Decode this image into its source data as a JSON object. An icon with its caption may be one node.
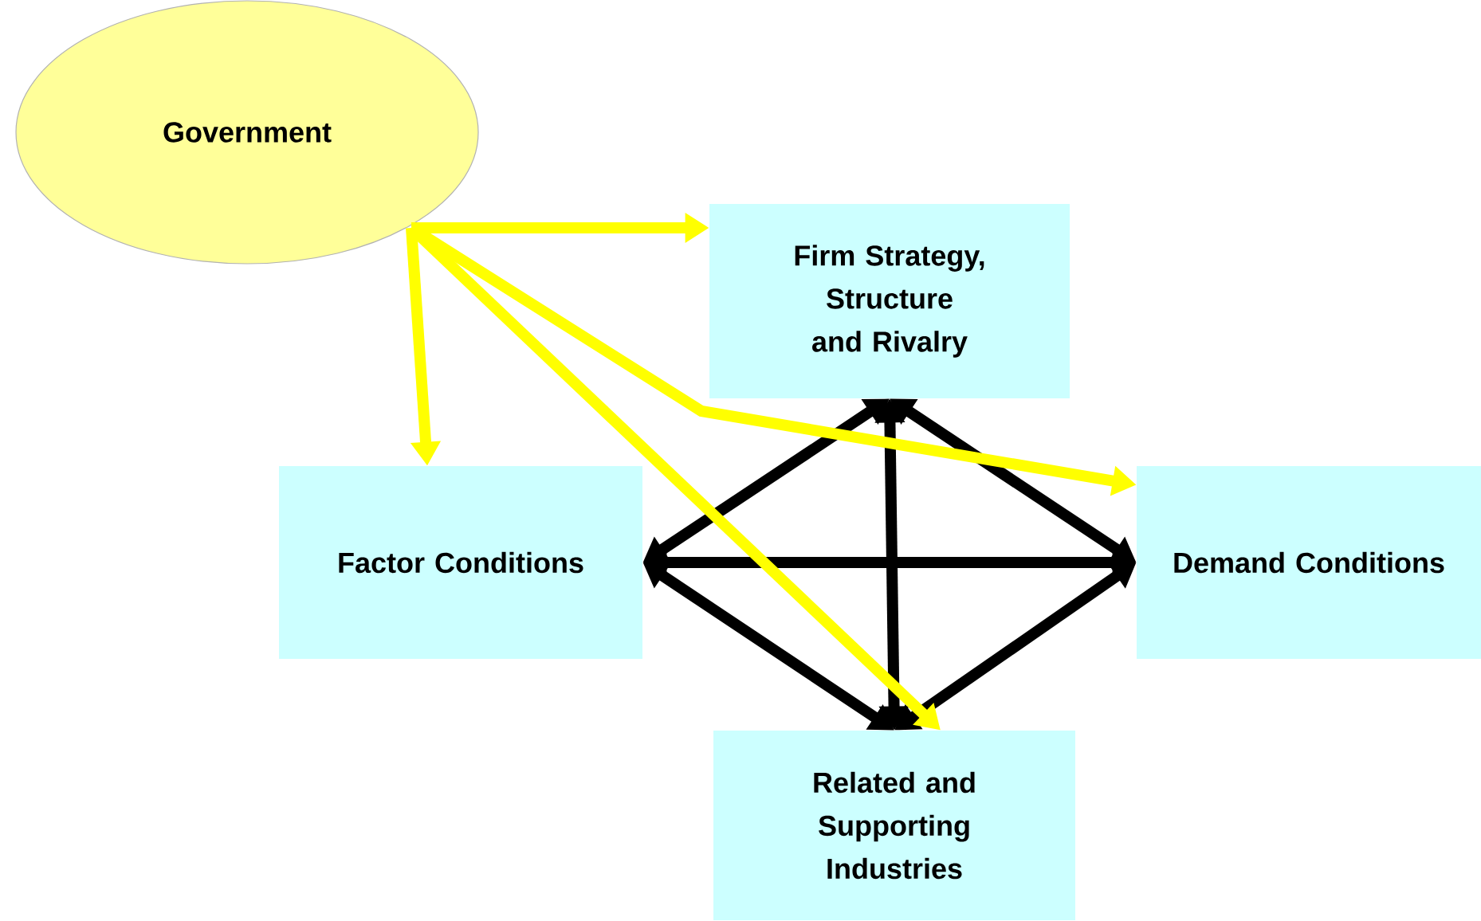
{
  "diagram": {
    "nodes": [
      {
        "text": [
          "Government"
        ]
      },
      {
        "text": [
          "Firm Strategy, Structure and Rivalry"
        ]
      },
      {
        "text": [
          "Factor Conditions"
        ]
      },
      {
        "text": [
          "Demand Conditions"
        ]
      },
      {
        "text": [
          "Related and Supporting Industries"
        ]
      }
    ],
    "edges": [
      {
        "from": 1,
        "to": 2,
        "arrow": "both"
      },
      {
        "from": 1,
        "to": 3,
        "arrow": "both"
      },
      {
        "from": 1,
        "to": 4,
        "arrow": "both"
      },
      {
        "from": 2,
        "to": 3,
        "arrow": "both"
      },
      {
        "from": 2,
        "to": 4,
        "arrow": "both"
      },
      {
        "from": 3,
        "to": 4,
        "arrow": "both"
      },
      {
        "from": 0,
        "to": 1,
        "arrow": "to",
        "color": "#ffff00"
      },
      {
        "from": 0,
        "to": 2,
        "arrow": "to",
        "color": "#ffff00"
      },
      {
        "from": 0,
        "to": 3,
        "arrow": "to",
        "color": "#ffff00"
      },
      {
        "from": 0,
        "to": 4,
        "arrow": "to",
        "color": "#ffff00"
      }
    ]
  }
}
